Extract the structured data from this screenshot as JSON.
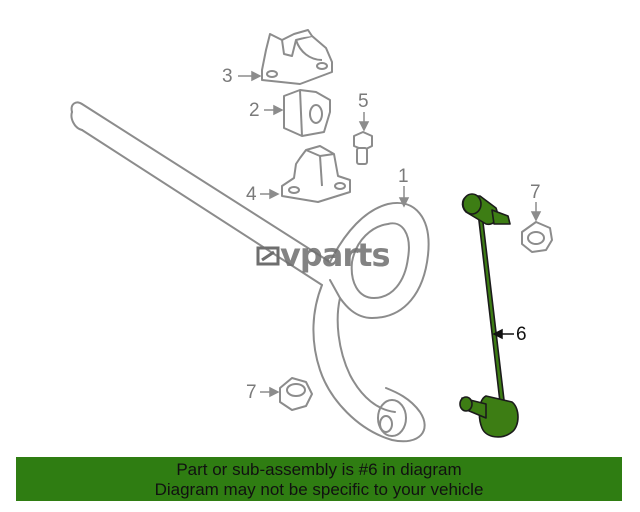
{
  "callouts": {
    "c1": "1",
    "c2": "2",
    "c3": "3",
    "c4": "4",
    "c5": "5",
    "c6": "6",
    "c7a": "7",
    "c7b": "7"
  },
  "watermark": "vparts",
  "banner": {
    "line1": "Part or sub-assembly is #6 in diagram",
    "line2": "Diagram may not be specific to your vehicle"
  },
  "colors": {
    "highlight": "#3d7d14",
    "banner": "#2f7d12",
    "outline": "#8c8c8c"
  }
}
